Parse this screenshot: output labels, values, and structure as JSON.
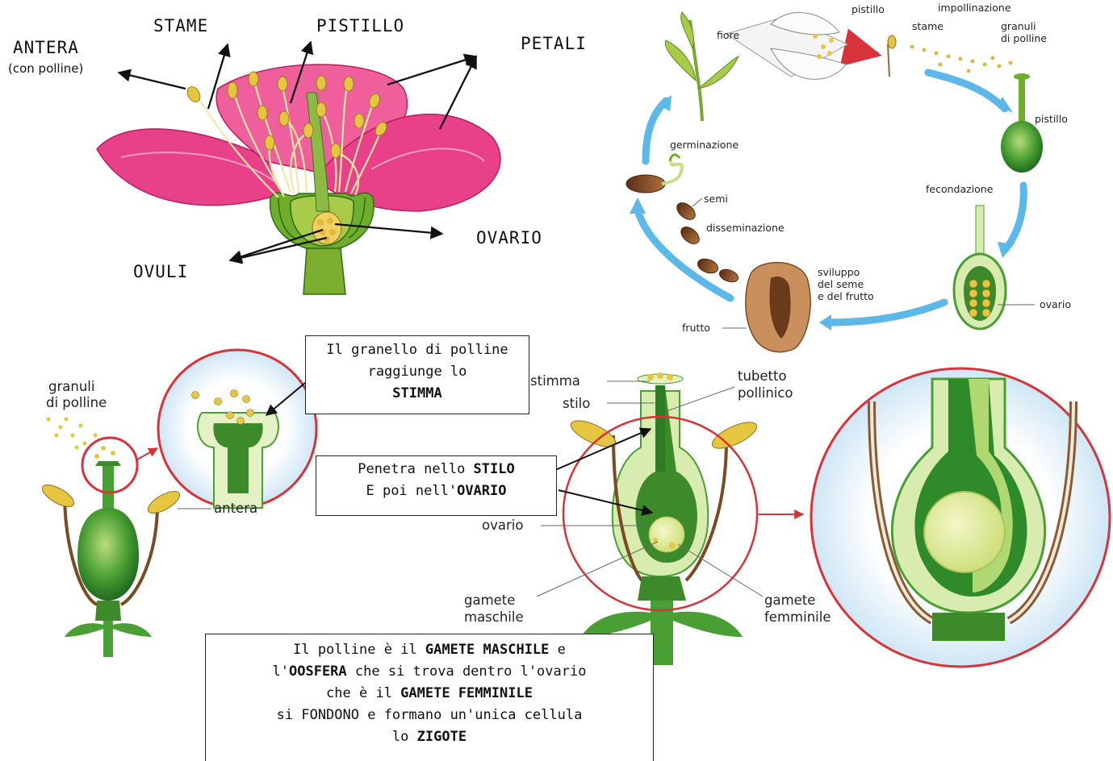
{
  "flower_labels": {
    "antera": "ANTERA",
    "antera_sub": "(con polline)",
    "stame": "STAME",
    "pistillo": "PISTILLO",
    "petali": "PETALI",
    "ovario": "OVARIO",
    "ovuli": "OVULI"
  },
  "cycle_labels": {
    "pistillo_top": "pistillo",
    "impollinazione": "impollinazione",
    "stame": "stame",
    "granuli_1": "granuli",
    "granuli_2": "di polline",
    "fiore": "fiore",
    "pistillo_right": "pistillo",
    "germinazione": "germinazione",
    "semi": "semi",
    "disseminazione": "disseminazione",
    "fecondazione": "fecondazione",
    "sviluppo_1": "sviluppo",
    "sviluppo_2": "del seme",
    "sviluppo_3": "e del frutto",
    "frutto": "frutto",
    "ovario": "ovario"
  },
  "bottom_labels": {
    "granuli_1": "granuli",
    "granuli_2": "di polline",
    "antera": "antera",
    "stimma": "stimma",
    "stilo": "stilo",
    "tubetto_1": "tubetto",
    "tubetto_2": "pollinico",
    "ovario": "ovario",
    "gamete_m_1": "gamete",
    "gamete_m_2": "maschile",
    "gamete_f_1": "gamete",
    "gamete_f_2": "femminile"
  },
  "box_stimma": {
    "line1": "Il granello di polline",
    "line2": "raggiunge lo",
    "line3": "STIMMA"
  },
  "box_stilo": {
    "line1_a": "Penetra nello ",
    "line1_b": "STILO",
    "line2_a": "E poi nell'",
    "line2_b": "OVARIO"
  },
  "box_zigote": {
    "l1_a": "Il polline è il ",
    "l1_b": "GAMETE MASCHILE",
    "l1_c": " e",
    "l2_a": "l'",
    "l2_b": "OOSFERA",
    "l2_c": " che si trova dentro l'ovario",
    "l3_a": "che è il ",
    "l3_b": "GAMETE FEMMINILE",
    "l4": "si FONDONO e formano un'unica cellula",
    "l5_a": "lo ",
    "l5_b": "ZIGOTE"
  },
  "colors": {
    "petal": "#e8418a",
    "green_dark": "#2f8a2a",
    "green_light": "#d8ecb0",
    "arrow_blue": "#5cb8e8",
    "circle_red": "#d6333a",
    "pollen": "#e6c640"
  }
}
